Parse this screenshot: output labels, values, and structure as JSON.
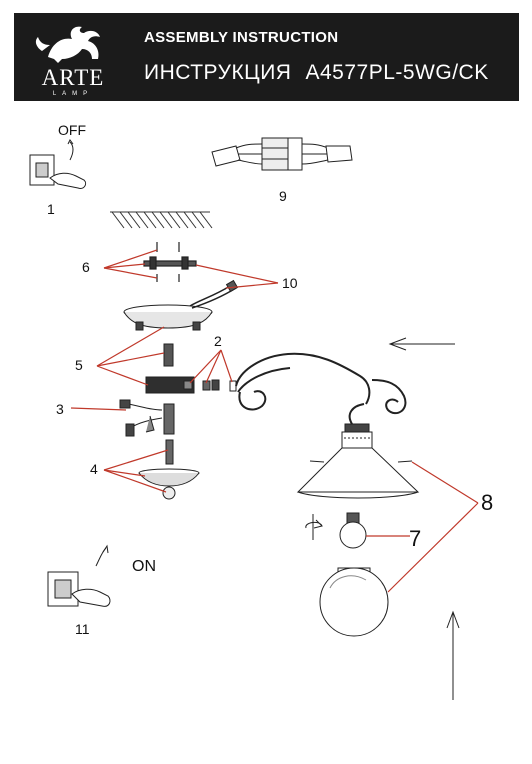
{
  "header": {
    "brand": "ARTE",
    "brand_sub": "LAMP",
    "title_en": "ASSEMBLY INSTRUCTION",
    "title_ru": "ИНСТРУКЦИЯ",
    "model": "A4577PL-5WG/CK"
  },
  "steps": {
    "off_label": "OFF",
    "on_label": "ON",
    "n1": "1",
    "n2": "2",
    "n3": "3",
    "n4": "4",
    "n5": "5",
    "n6": "6",
    "n7": "7",
    "n8": "8",
    "n9": "9",
    "n10": "10",
    "n11": "11"
  },
  "colors": {
    "header_bg": "#1b1b1b",
    "leader_red": "#c0392b",
    "ink": "#111111"
  }
}
